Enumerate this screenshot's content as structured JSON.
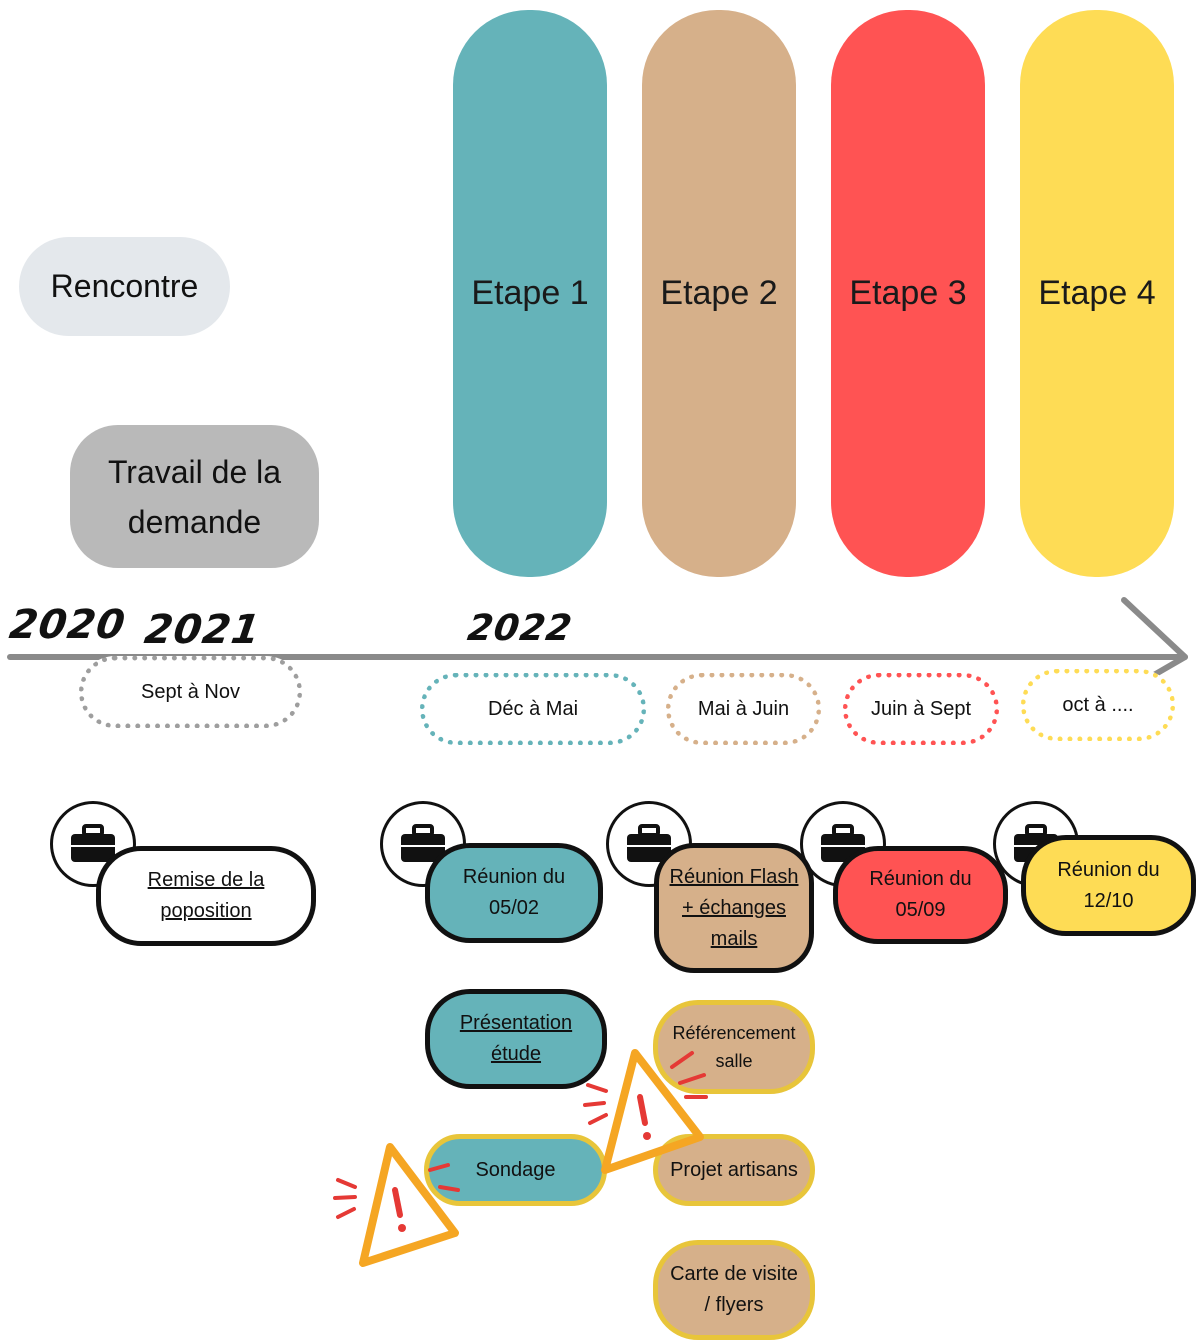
{
  "colors": {
    "teal": "#65b3b9",
    "tan": "#d6b08a",
    "red": "#ff5353",
    "yellow": "#fedc55",
    "light_grey": "#e4e8ec",
    "grey": "#b9b9b9",
    "warning_orange": "#f5a623",
    "warning_red": "#e53935"
  },
  "left_boxes": {
    "rencontre": "Rencontre",
    "travail": [
      "Travail de la",
      "demande"
    ]
  },
  "stages": [
    {
      "label": "Etape 1",
      "color": "#65b3b9"
    },
    {
      "label": "Etape 2",
      "color": "#d6b08a"
    },
    {
      "label": "Etape 3",
      "color": "#ff5353"
    },
    {
      "label": "Etape 4",
      "color": "#fedc55"
    }
  ],
  "years": {
    "y2020": "2020",
    "y2021": "2021",
    "y2022": "2022"
  },
  "periods": [
    {
      "label": "Sept à Nov",
      "color": "#9e9e9e"
    },
    {
      "label": "Déc à Mai",
      "color": "#65b3b9"
    },
    {
      "label": "Mai à Juin",
      "color": "#d6b08a"
    },
    {
      "label": "Juin à Sept",
      "color": "#ff5353"
    },
    {
      "label": "oct à ....",
      "color": "#fedc55"
    }
  ],
  "icons": {
    "briefcase": "briefcase-icon",
    "warning": "warning-icon",
    "arrow": "arrow-right-icon"
  },
  "cards": {
    "remise": [
      "Remise de la",
      "poposition"
    ],
    "reunion_0502": [
      "Réunion du",
      "05/02"
    ],
    "presentation": [
      "Présentation",
      "étude"
    ],
    "sondage": "Sondage",
    "reunion_flash": [
      "Réunion Flash",
      "+ échanges",
      "mails"
    ],
    "referencement": [
      "Référencement",
      "salle"
    ],
    "projet_artisans": "Projet artisans",
    "carte_visite": [
      "Carte de visite",
      "/ flyers"
    ],
    "reunion_0509": [
      "Réunion du",
      "05/09"
    ],
    "reunion_1210": [
      "Réunion du",
      "12/10"
    ]
  }
}
